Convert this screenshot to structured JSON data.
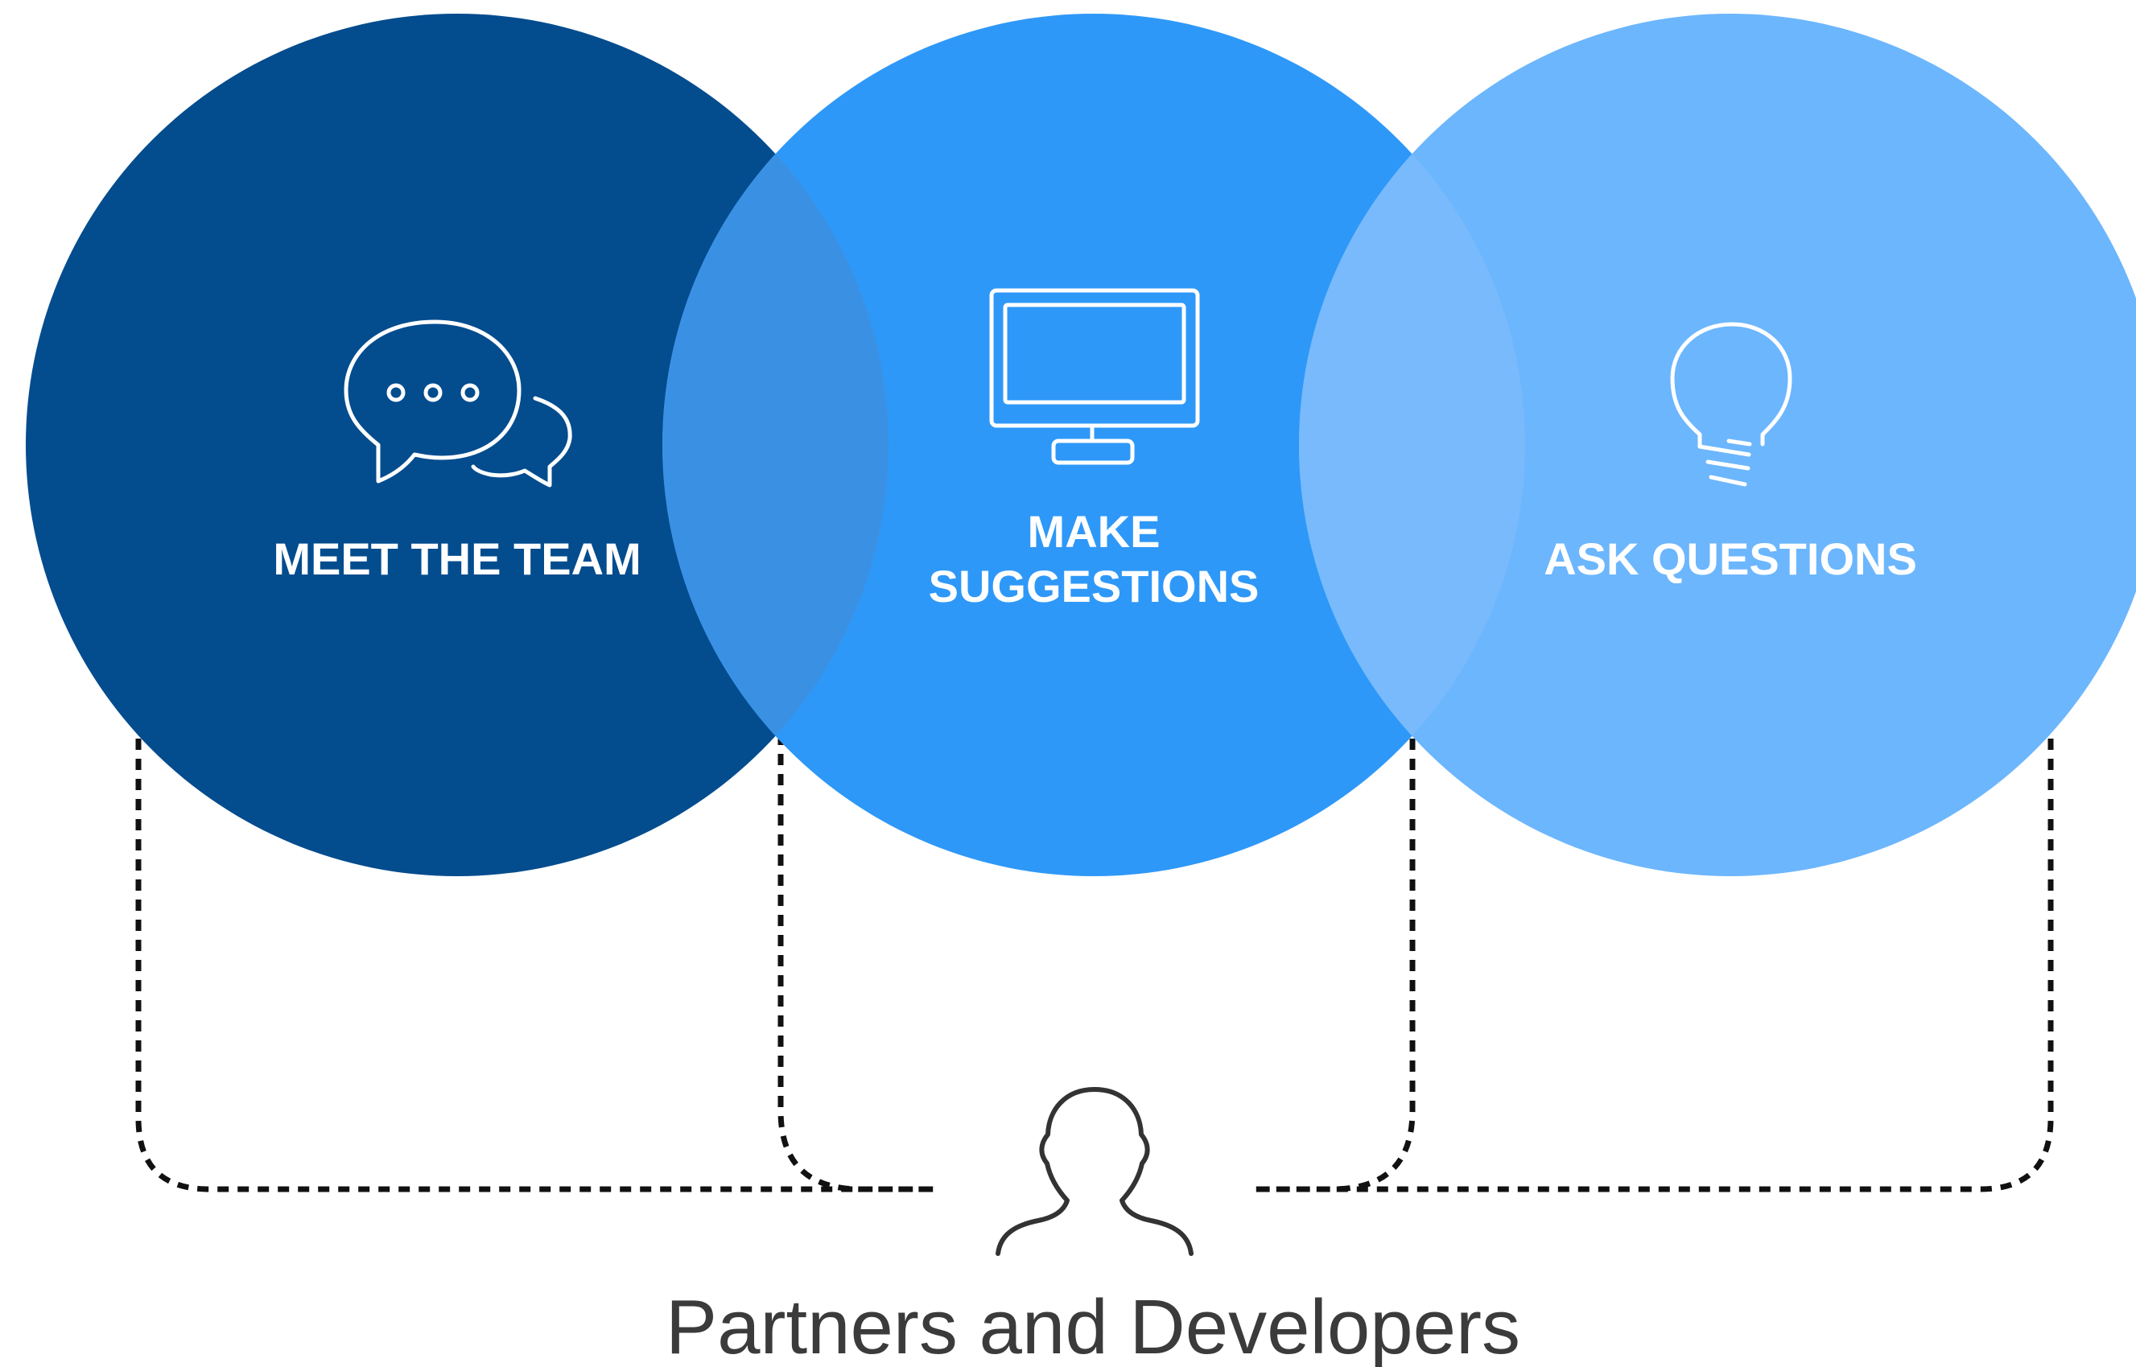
{
  "diagram": {
    "circles": [
      {
        "id": "meet",
        "label_lines": [
          "MEET THE TEAM"
        ],
        "color": "#034C8E",
        "icon": "chat-bubbles-icon"
      },
      {
        "id": "suggest",
        "label_lines": [
          "MAKE",
          "SUGGESTIONS"
        ],
        "color": "#2E98F8",
        "icon": "monitor-icon"
      },
      {
        "id": "ask",
        "label_lines": [
          "ASK QUESTIONS"
        ],
        "color": "#6CB6FD",
        "icon": "lightbulb-icon"
      }
    ],
    "overlap_colors": [
      "#3A91E4",
      "#78BAFB"
    ],
    "person_icon": "person-icon",
    "caption": "Partners and Developers"
  }
}
